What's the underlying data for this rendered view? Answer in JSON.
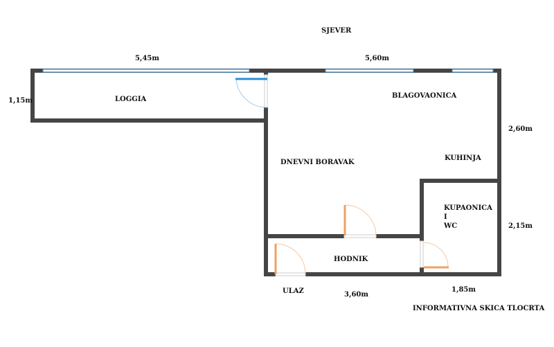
{
  "north_label": "SJEVER",
  "caption": "INFORMATIVNA SKICA TLOCRTA",
  "rooms": {
    "loggia": "LOGGIA",
    "dining": "BLAGOVAONICA",
    "living": "DNEVNI BORAVAK",
    "kitchen": "KUHINJA",
    "bathroom": [
      "KUPAONICA",
      "I",
      "WC"
    ],
    "hallway": "HODNIK",
    "entrance": "ULAZ"
  },
  "dimensions": {
    "loggia_width": "5,45m",
    "loggia_depth": "1,15m",
    "main_width": "5,60m",
    "right_upper": "2,60m",
    "right_lower": "2,15m",
    "hall_width": "3,60m",
    "bath_width": "1,85m"
  },
  "colors": {
    "wall": "#454545",
    "window": "#2a8fd8",
    "door": "#f0a060"
  }
}
